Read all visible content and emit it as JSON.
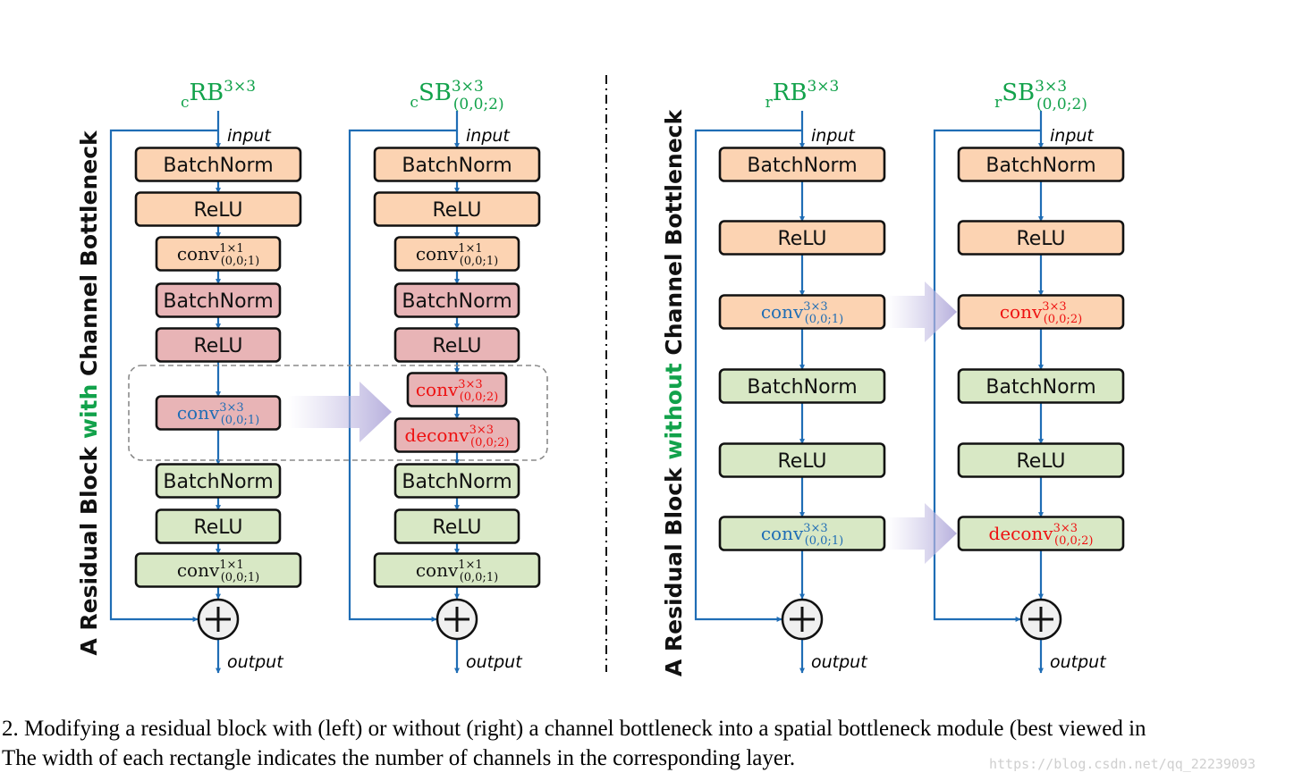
{
  "colors": {
    "peach": "#fcd3b2",
    "pink": "#e8b4b6",
    "green": "#d8e8c5",
    "arrow_blue": "#1f6db5",
    "title_green": "#12a24b",
    "conv_blue": "#1f6db5",
    "conv_red": "#ee1111"
  },
  "icons": {
    "sum": "circled-plus-icon",
    "transform": "block-arrow-icon"
  },
  "vertical_labels": [
    {
      "pre": "A Residual Block ",
      "accent": "with",
      "post": " Channel Bottleneck"
    },
    {
      "pre": "A Residual Block ",
      "accent": "without",
      "post": " Channel Bottleneck"
    }
  ],
  "columns": [
    {
      "title": {
        "main": "RB",
        "sub": "c",
        "sup": "3×3",
        "subs": ""
      },
      "input": "input",
      "output": "output",
      "layers": [
        {
          "kind": "text",
          "label": "BatchNorm",
          "fill": "peach"
        },
        {
          "kind": "text",
          "label": "ReLU",
          "fill": "peach"
        },
        {
          "kind": "conv",
          "name": "conv",
          "sup": "1×1",
          "subs": "(0,0;1)",
          "color": "black",
          "fill": "peach"
        },
        {
          "kind": "text",
          "label": "BatchNorm",
          "fill": "pink"
        },
        {
          "kind": "text",
          "label": "ReLU",
          "fill": "pink"
        },
        {
          "kind": "conv",
          "name": "conv",
          "sup": "3×3",
          "subs": "(0,0;1)",
          "color": "blue",
          "fill": "pink"
        },
        {
          "kind": "text",
          "label": "BatchNorm",
          "fill": "green"
        },
        {
          "kind": "text",
          "label": "ReLU",
          "fill": "green"
        },
        {
          "kind": "conv",
          "name": "conv",
          "sup": "1×1",
          "subs": "(0,0;1)",
          "color": "black",
          "fill": "green"
        }
      ]
    },
    {
      "title": {
        "main": "SB",
        "sub": "c",
        "sup": "3×3",
        "subs": "(0,0;2)"
      },
      "input": "input",
      "output": "output",
      "layers": [
        {
          "kind": "text",
          "label": "BatchNorm",
          "fill": "peach"
        },
        {
          "kind": "text",
          "label": "ReLU",
          "fill": "peach"
        },
        {
          "kind": "conv",
          "name": "conv",
          "sup": "1×1",
          "subs": "(0,0;1)",
          "color": "black",
          "fill": "peach"
        },
        {
          "kind": "text",
          "label": "BatchNorm",
          "fill": "pink"
        },
        {
          "kind": "text",
          "label": "ReLU",
          "fill": "pink"
        },
        {
          "kind": "conv",
          "name": "conv",
          "sup": "3×3",
          "subs": "(0,0;2)",
          "color": "red",
          "fill": "pink"
        },
        {
          "kind": "conv",
          "name": "deconv",
          "sup": "3×3",
          "subs": "(0,0;2)",
          "color": "red",
          "fill": "pink"
        },
        {
          "kind": "text",
          "label": "BatchNorm",
          "fill": "green"
        },
        {
          "kind": "text",
          "label": "ReLU",
          "fill": "green"
        },
        {
          "kind": "conv",
          "name": "conv",
          "sup": "1×1",
          "subs": "(0,0;1)",
          "color": "black",
          "fill": "green"
        }
      ]
    },
    {
      "title": {
        "main": "RB",
        "sub": "r",
        "sup": "3×3",
        "subs": ""
      },
      "input": "input",
      "output": "output",
      "layers": [
        {
          "kind": "text",
          "label": "BatchNorm",
          "fill": "peach"
        },
        {
          "kind": "text",
          "label": "ReLU",
          "fill": "peach"
        },
        {
          "kind": "conv",
          "name": "conv",
          "sup": "3×3",
          "subs": "(0,0;1)",
          "color": "blue",
          "fill": "peach"
        },
        {
          "kind": "text",
          "label": "BatchNorm",
          "fill": "green"
        },
        {
          "kind": "text",
          "label": "ReLU",
          "fill": "green"
        },
        {
          "kind": "conv",
          "name": "conv",
          "sup": "3×3",
          "subs": "(0,0;1)",
          "color": "blue",
          "fill": "green"
        }
      ]
    },
    {
      "title": {
        "main": "SB",
        "sub": "r",
        "sup": "3×3",
        "subs": "(0,0;2)"
      },
      "input": "input",
      "output": "output",
      "layers": [
        {
          "kind": "text",
          "label": "BatchNorm",
          "fill": "peach"
        },
        {
          "kind": "text",
          "label": "ReLU",
          "fill": "peach"
        },
        {
          "kind": "conv",
          "name": "conv",
          "sup": "3×3",
          "subs": "(0,0;2)",
          "color": "red",
          "fill": "peach"
        },
        {
          "kind": "text",
          "label": "BatchNorm",
          "fill": "green"
        },
        {
          "kind": "text",
          "label": "ReLU",
          "fill": "green"
        },
        {
          "kind": "conv",
          "name": "deconv",
          "sup": "3×3",
          "subs": "(0,0;2)",
          "color": "red",
          "fill": "green"
        }
      ]
    }
  ],
  "caption": {
    "line1": "2.  Modifying a residual block with (left) or without (right) a channel bottleneck into a spatial bottleneck module (best viewed in",
    "line2": "The width of each rectangle indicates the number of channels in the corresponding layer."
  },
  "watermark": "https://blog.csdn.net/qq_22239093"
}
